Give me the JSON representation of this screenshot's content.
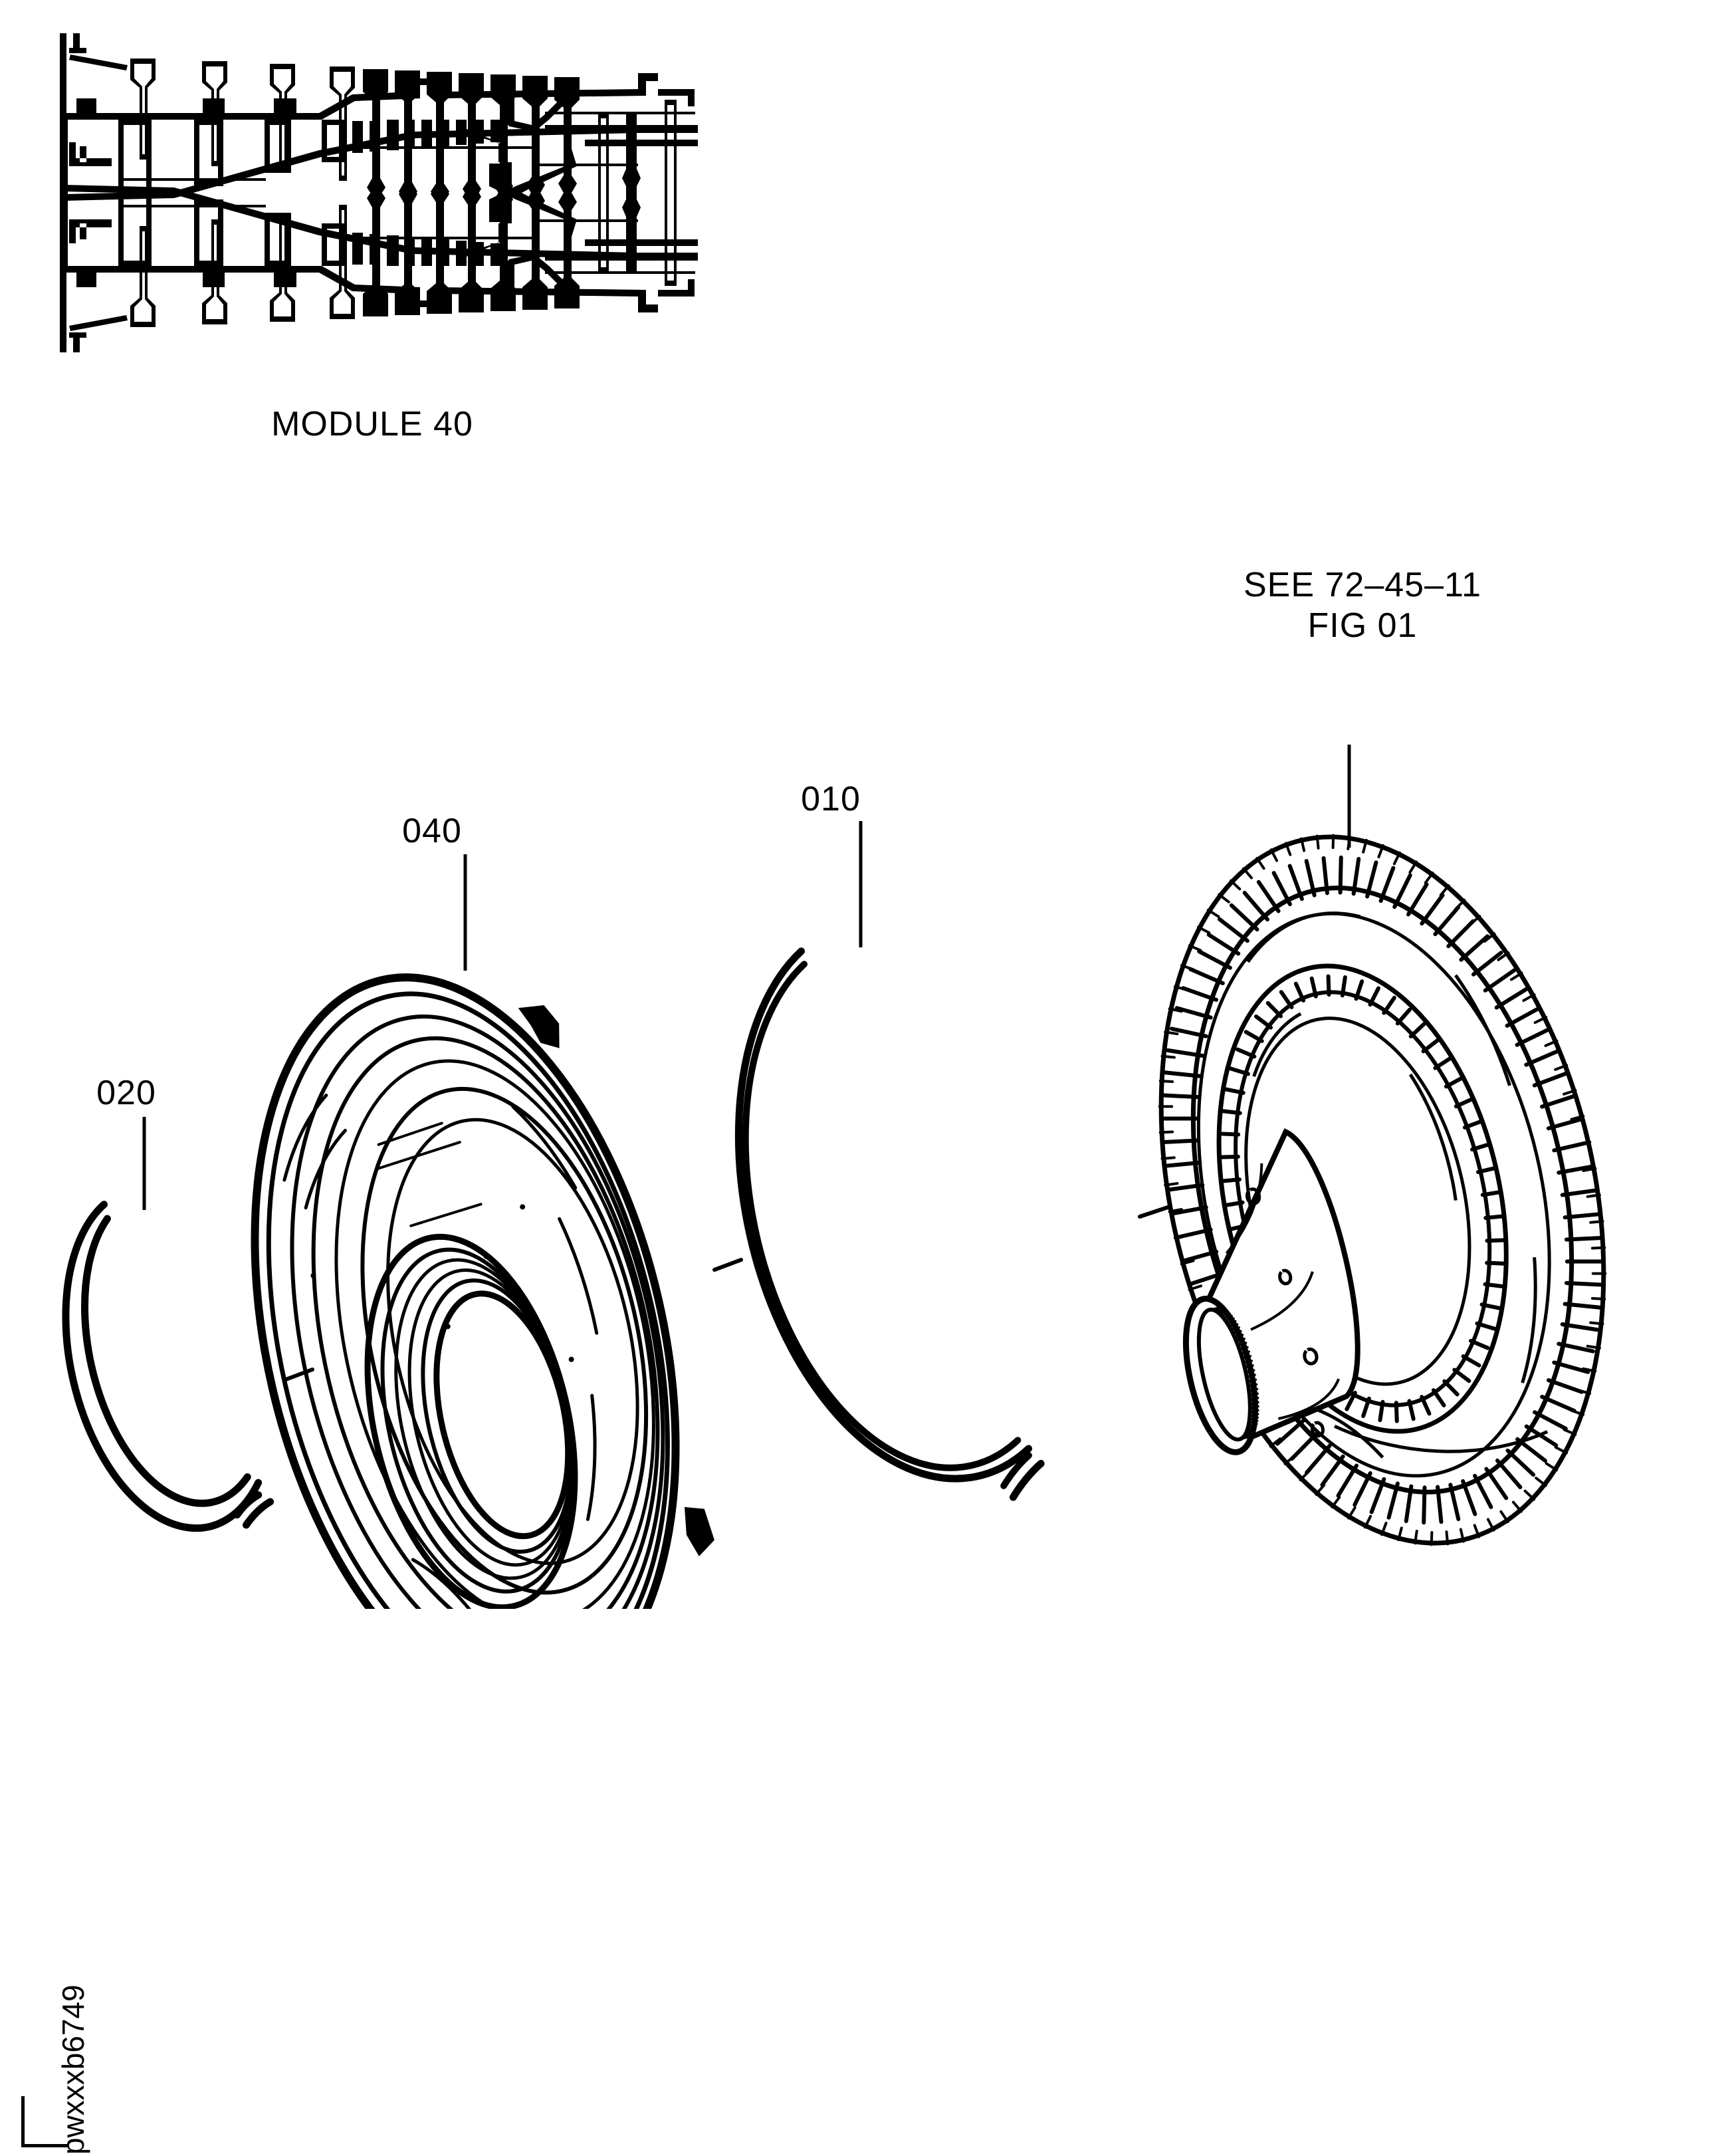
{
  "figure": {
    "module_caption": "MODULE 40",
    "figure_id": "pwxxxb6749"
  },
  "callouts": [
    {
      "id": "020",
      "label": "020",
      "part": "split-retaining-ring"
    },
    {
      "id": "040",
      "label": "040",
      "part": "conical-air-seal"
    },
    {
      "id": "010",
      "label": "010",
      "part": "seal-ring"
    }
  ],
  "reference": {
    "line1": "SEE 72–45–11",
    "line2": "FIG 01",
    "target": "turbine-disk-assembly"
  },
  "colors": {
    "ink": "#000000",
    "background": "#ffffff"
  }
}
